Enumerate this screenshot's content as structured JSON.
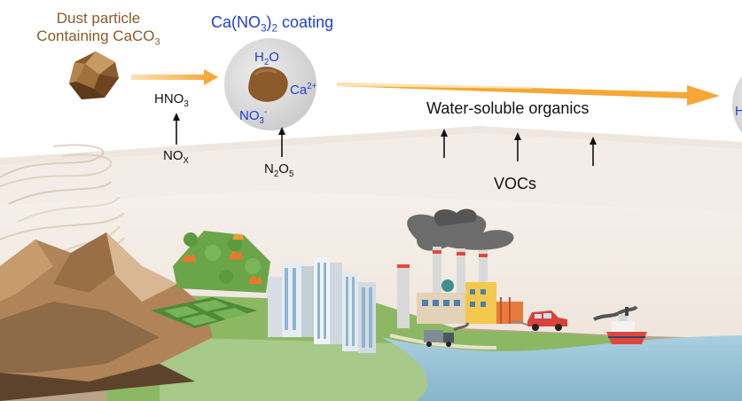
{
  "labels": {
    "dust_line1": "Dust particle",
    "dust_line2_prefix": "Containing CaCO",
    "dust_line2_sub": "3",
    "coating_prefix": "Ca(NO",
    "coating_sub": "3",
    "coating_mid": ")",
    "coating_sub2": "2",
    "coating_suffix": " coating",
    "h2o_h": "H",
    "h2o_sub": "2",
    "h2o_o": "O",
    "ca_main": "Ca",
    "ca_sup": "2+",
    "no3_main": "NO",
    "no3_sub": "3",
    "no3_sup": "-",
    "hno3_main": "HNO",
    "hno3_sub": "3",
    "nox_main": "NO",
    "nox_sub": "X",
    "n2o5_n": "N",
    "n2o5_sub1": "2",
    "n2o5_o": "O",
    "n2o5_sub2": "5",
    "water_soluble": "Water-soluble organics",
    "vocs": "VOCs",
    "right_edge_letter": "H"
  },
  "colors": {
    "dust_brown": "#8a5a2b",
    "label_blue": "#1f3fd6",
    "arrow_orange": "#f5a22a",
    "particle_grey": "#d9d9d9",
    "water": "#9cc7da",
    "mountain": "#b08458",
    "grass": "#8cb864"
  },
  "icons": [
    "dust-particle-icon",
    "coated-particle-icon",
    "forest-fire-icon",
    "city-buildings-icon",
    "factory-icon",
    "truck-icon",
    "car-icon",
    "ship-icon",
    "dust-storm-icon"
  ]
}
